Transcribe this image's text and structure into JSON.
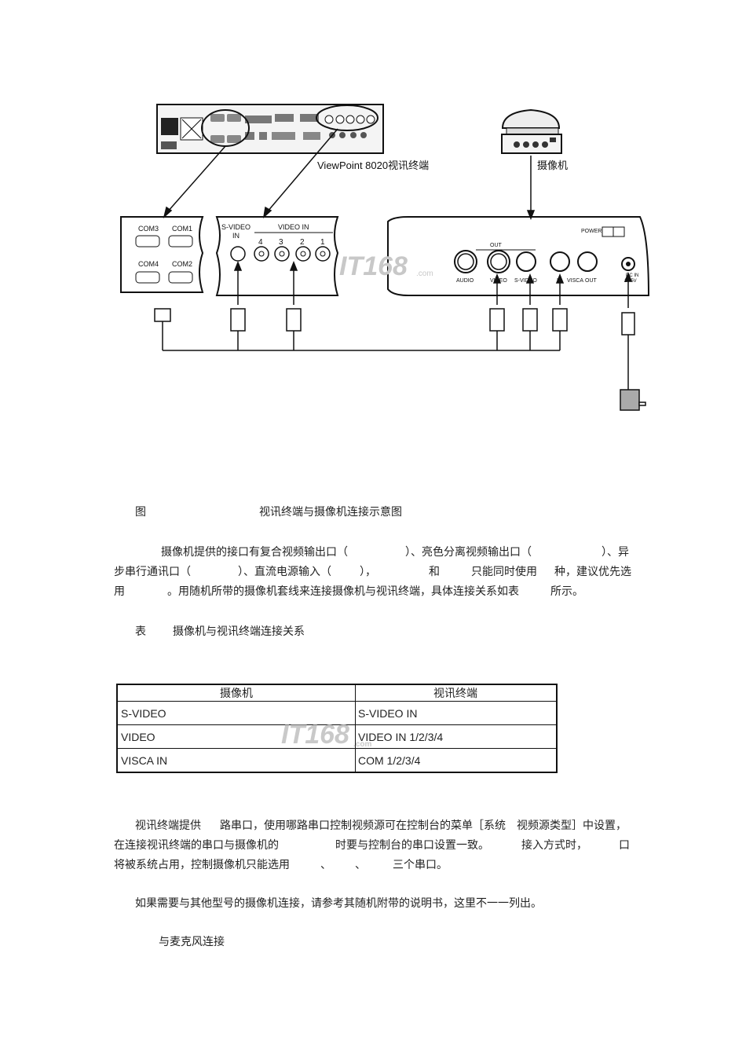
{
  "diagram": {
    "terminal_label": "ViewPoint 8020视讯终端",
    "camera_label": "摄像机",
    "com_ports": [
      "COM3",
      "COM1",
      "COM4",
      "COM2"
    ],
    "svideo_label_line1": "S-VIDEO",
    "svideo_label_line2": "IN",
    "video_in_label": "VIDEO IN",
    "video_in_numbers": [
      "4",
      "3",
      "2",
      "1"
    ],
    "camera_panel": {
      "power": "POWER",
      "out": "OUT",
      "audio": "AUDIO",
      "video": "VIDEO",
      "svideo": "S-VIDEO",
      "visca_in": "IN",
      "visca": "VISCA",
      "visca_out": "OUT",
      "dc_in_line1": "DC IN",
      "dc_in_line2": "13.5V"
    },
    "watermark": "IT168",
    "watermark_suffix": ".com"
  },
  "figure_caption": {
    "prefix": "图",
    "title": "视讯终端与摄像机连接示意图"
  },
  "paragraph1": {
    "line1": [
      "摄像机提供的接口有复合视频输出口（",
      "）、亮色分离视频输出口（",
      "）、异"
    ],
    "line2": [
      "步串行通讯口（",
      "）、直流电源输入（",
      "），",
      "和",
      "只能同时使用",
      "种，建议优先选"
    ],
    "line3": [
      "用",
      "。用随机所带的摄像机套线来连接摄像机与视讯终端，具体连接关系如表",
      "所示。"
    ]
  },
  "table_caption": {
    "prefix": "表",
    "title": "摄像机与视讯终端连接关系"
  },
  "table": {
    "headers": [
      "摄像机",
      "视讯终端"
    ],
    "rows": [
      [
        "S-VIDEO",
        "S-VIDEO IN"
      ],
      [
        "VIDEO",
        "VIDEO IN 1/2/3/4"
      ],
      [
        "VISCA IN",
        "COM 1/2/3/4"
      ]
    ],
    "watermark": "IT168",
    "watermark_suffix": ".com"
  },
  "paragraph2": {
    "line1": [
      "视讯终端提供",
      "路串口，使用哪路串口控制视频源可在控制台的菜单［系统",
      "视频源类型］中设置，"
    ],
    "line2": [
      "在连接视讯终端的串口与摄像机的",
      "时要与控制台的串口设置一致。",
      "接入方式时，",
      "口"
    ],
    "line3": [
      "将被系统占用，控制摄像机只能选用",
      "、",
      "、",
      "三个串口。"
    ]
  },
  "paragraph3": "如果需要与其他型号的摄像机连接，请参考其随机附带的说明书，这里不一一列出。",
  "section_heading": "与麦克风连接"
}
